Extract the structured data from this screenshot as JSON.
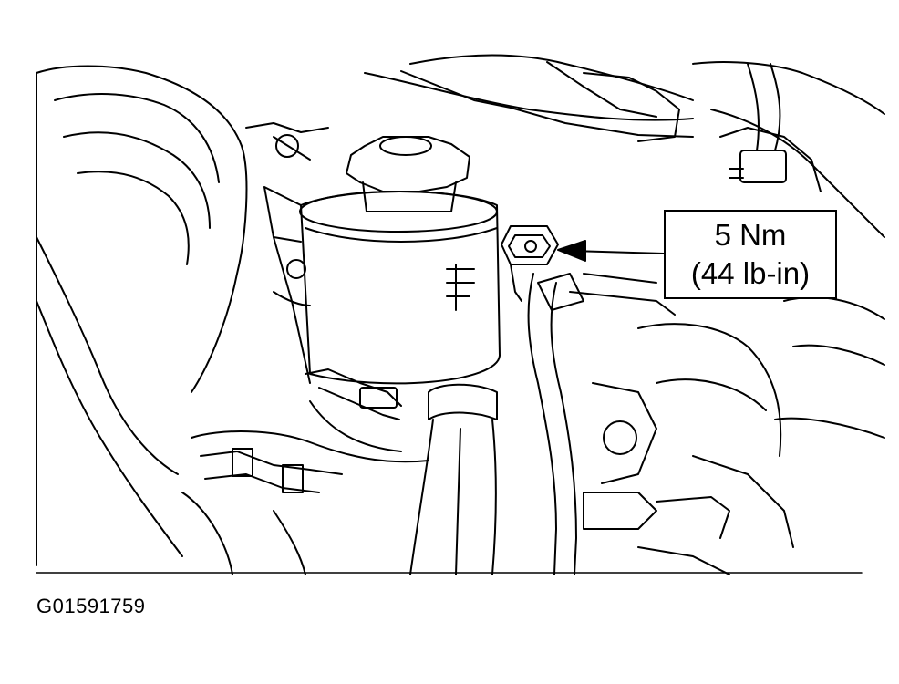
{
  "callout": {
    "line1": "5 Nm",
    "line2": "(44 lb-in)"
  },
  "figure_code": "G01591759",
  "colors": {
    "ink": "#000000",
    "paper": "#ffffff"
  }
}
